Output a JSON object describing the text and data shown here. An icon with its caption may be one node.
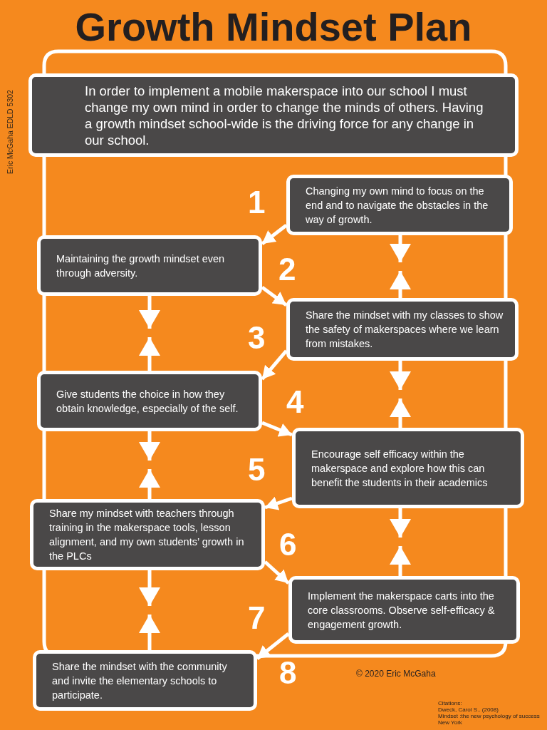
{
  "diagram": {
    "title": "Growth Mindset Plan",
    "nodes": [
      {
        "text": [
          "In order to implement a mobile makerspace into our school I must change my own mind in order to change the minds of others. Having a growth mindset school-wide is the driving force for any change in our school."
        ]
      },
      {
        "text": [
          "Changing my own mind to focus on the end and to navigate the obstacles in the way of growth."
        ],
        "beside": [
          "1"
        ]
      },
      {
        "text": [
          "Maintaining the growth mindset even through adversity."
        ],
        "beside": [
          "2"
        ]
      },
      {
        "text": [
          "Share the mindset with my classes to show the safety of makerspaces where we learn from mistakes."
        ],
        "beside": [
          "3"
        ]
      },
      {
        "text": [
          "Give students the choice in how they obtain knowledge, especially of the self."
        ],
        "beside": [
          "4"
        ]
      },
      {
        "text": [
          "Encourage self efficacy within the makerspace and explore how this can benefit the students in their academics"
        ],
        "beside": [
          "5"
        ]
      },
      {
        "text": [
          "Share my mindset with teachers through training in the makerspace tools, lesson alignment, and my own students’ growth in the PLCs"
        ],
        "beside": [
          "6"
        ]
      },
      {
        "text": [
          "Implement the makerspace carts into the core classrooms. Observe self-efficacy & engagement growth."
        ],
        "beside": [
          "7"
        ]
      },
      {
        "text": [
          "Share the mindset with the community and invite the elementary schools to participate."
        ],
        "beside": [
          "8"
        ]
      }
    ],
    "edges": [
      {
        "from": 1,
        "to": 2,
        "arrow": "to"
      },
      {
        "from": 2,
        "to": 3,
        "arrow": "to"
      },
      {
        "from": 3,
        "to": 4,
        "arrow": "to"
      },
      {
        "from": 4,
        "to": 5,
        "arrow": "to"
      },
      {
        "from": 5,
        "to": 6,
        "arrow": "to"
      },
      {
        "from": 6,
        "to": 7,
        "arrow": "to"
      },
      {
        "from": 7,
        "to": 8,
        "arrow": "to"
      },
      {
        "from": 1,
        "to": null,
        "arrow": "to"
      },
      {
        "from": 3,
        "to": null,
        "arrow": "to"
      },
      {
        "from": 2,
        "to": null,
        "arrow": "to"
      },
      {
        "from": 4,
        "to": null,
        "arrow": "to"
      },
      {
        "from": 3,
        "to": null,
        "arrow": "to"
      },
      {
        "from": 5,
        "to": null,
        "arrow": "to"
      },
      {
        "from": 4,
        "to": null,
        "arrow": "to"
      },
      {
        "from": 6,
        "to": null,
        "arrow": "to"
      },
      {
        "from": 5,
        "to": null,
        "arrow": "to"
      },
      {
        "from": 7,
        "to": null,
        "arrow": "to"
      },
      {
        "from": 6,
        "to": null,
        "arrow": "to"
      },
      {
        "from": 8,
        "to": null,
        "arrow": "to"
      }
    ],
    "labels": [
      "Eric McGaha EDLD 5302",
      "© 2020 Eric McGaha",
      "Citations:",
      "Dweck, Carol S.. (2008)",
      "Mindset :the new psychology of success New York"
    ]
  }
}
